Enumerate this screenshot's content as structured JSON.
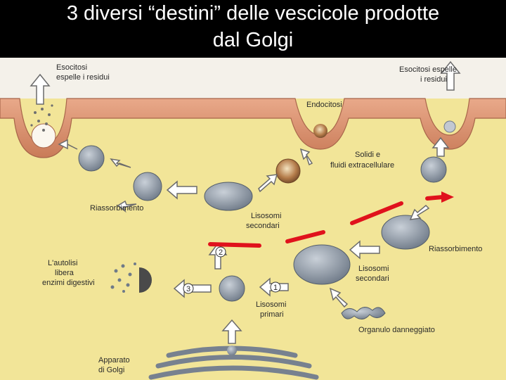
{
  "title_line1": "3 diversi “destini” delle vescicole prodotte",
  "title_line2": "dal Golgi",
  "labels": {
    "esocitosi_left_1": "Esocitosi",
    "esocitosi_left_2": "espelle i residui",
    "esocitosi_right_1": "Esocitosi espelle",
    "esocitosi_right_2": "i residui",
    "endocitosi": "Endocitosi",
    "solidi_1": "Solidi e",
    "solidi_2": "fluidi extracellulare",
    "riassorbimento_left": "Riassorbimento",
    "riassorbimento_right": "Riassorbimento",
    "lisosomi_sec_left_1": "Lisosomi",
    "lisosomi_sec_left_2": "secondari",
    "lisosomi_sec_right_1": "Lisosomi",
    "lisosomi_sec_right_2": "secondari",
    "autolisi_1": "L'autolisi",
    "autolisi_2": "libera",
    "autolisi_3": "enzimi digestivi",
    "lisosomi_primari_1": "Lisosomi",
    "lisosomi_primari_2": "primari",
    "organulo": "Organulo danneggiato",
    "apparato_1": "Apparato",
    "apparato_2": "di Golgi",
    "step1": "1",
    "step2": "2",
    "step3": "3"
  },
  "colors": {
    "cytoplasm": "#f2e598",
    "membrane": "#d98f6c",
    "extracellular": "#f4f1ea",
    "vesicle": "#8c96a4",
    "red_marker": "#e0121c",
    "background": "#000000"
  }
}
